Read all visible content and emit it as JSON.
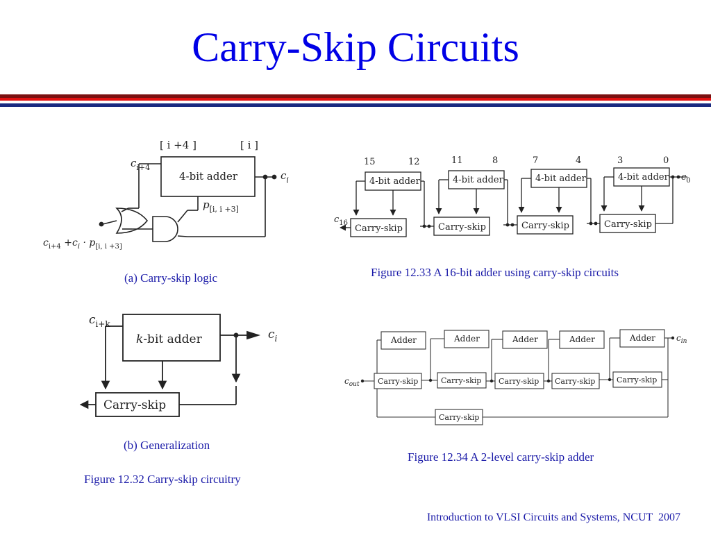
{
  "slide": {
    "title": "Carry-Skip Circuits",
    "footer": "Introduction to VLSI Circuits and Systems, NCUT  2007",
    "colors": {
      "title": "#0000e6",
      "caption": "#1a1aa8",
      "rule_dark": "#7b1010",
      "rule_red": "#e01010",
      "rule_blue": "#1a2a80"
    }
  },
  "fig_a": {
    "top_left_label": "[ i +4 ]",
    "top_right_label": "[ i  ]",
    "carry_out": "c",
    "carry_out_sub": "i+4",
    "block": "4-bit adder",
    "carry_in": "c",
    "carry_in_sub": "i",
    "prop": "p",
    "prop_sub": "[i, i +3]",
    "expr_a": "c",
    "expr_a_sub": "i+4",
    "expr_b": " +c",
    "expr_b_sub": "i",
    "expr_c": " · p",
    "expr_c_sub": "[i, i +3]",
    "caption": "(a) Carry-skip logic"
  },
  "fig_b": {
    "carry_out": "c",
    "carry_out_sub": "i+k",
    "block_k": "k",
    "block_rest": "-bit adder",
    "carry_in": "c",
    "carry_in_sub": "i",
    "skip": "Carry-skip",
    "caption": "(b) Generalization"
  },
  "fig_32_caption": "Figure 12.32 Carry-skip circuitry",
  "fig_33": {
    "bit_labels": [
      [
        "15",
        "12"
      ],
      [
        "11",
        "8"
      ],
      [
        "7",
        "4"
      ],
      [
        "3",
        "0"
      ]
    ],
    "block": "4-bit adder",
    "skip": "Carry-skip",
    "carry_out": "c",
    "carry_out_sub": "16",
    "carry_in": "c",
    "carry_in_sub": "0",
    "caption": "Figure 12.33 A 16-bit adder using carry-skip circuits"
  },
  "fig_34": {
    "adder": "Adder",
    "skip": "Carry-skip",
    "carry_out": "c",
    "carry_out_sub": "out",
    "carry_in": "c",
    "carry_in_sub": "in",
    "caption": "Figure 12.34 A 2-level carry-skip adder"
  }
}
